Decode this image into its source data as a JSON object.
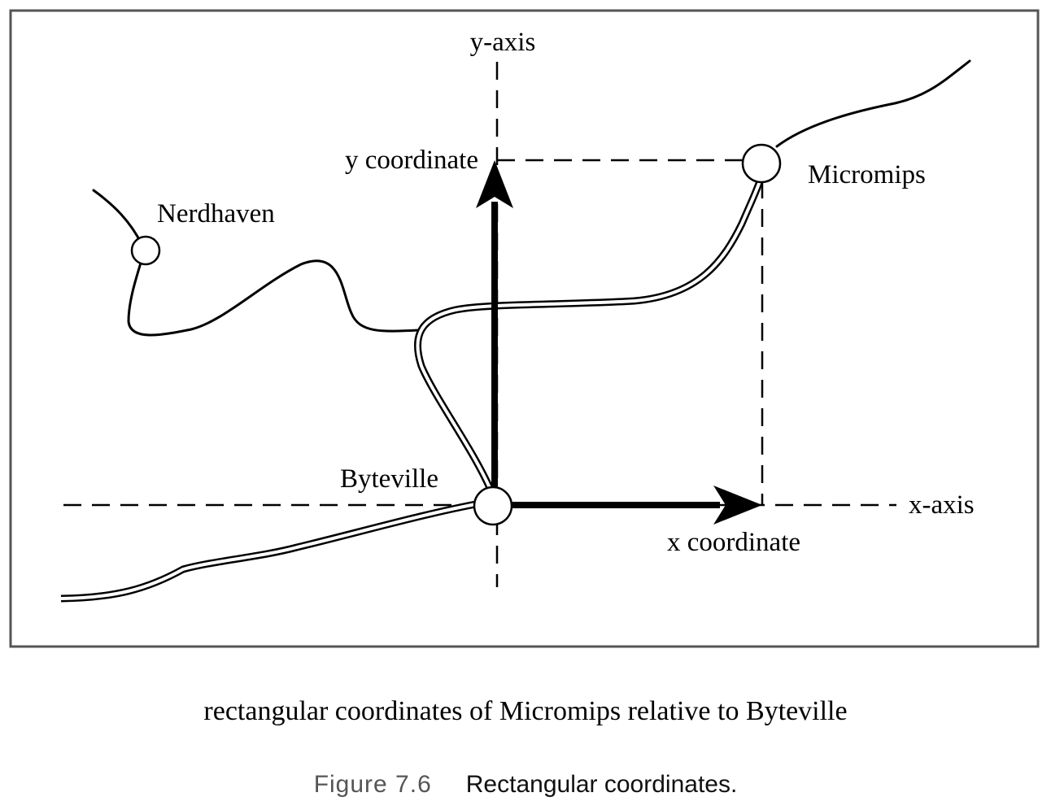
{
  "labels": {
    "y_axis": "y-axis",
    "x_axis": "x-axis",
    "y_coordinate": "y coordinate",
    "x_coordinate": "x coordinate",
    "nerdhaven": "Nerdhaven",
    "micromips": "Micromips",
    "byteville": "Byteville"
  },
  "caption": "rectangular coordinates of Micromips relative to Byteville",
  "figure": {
    "number": "Figure 7.6",
    "title": "Rectangular coordinates."
  }
}
